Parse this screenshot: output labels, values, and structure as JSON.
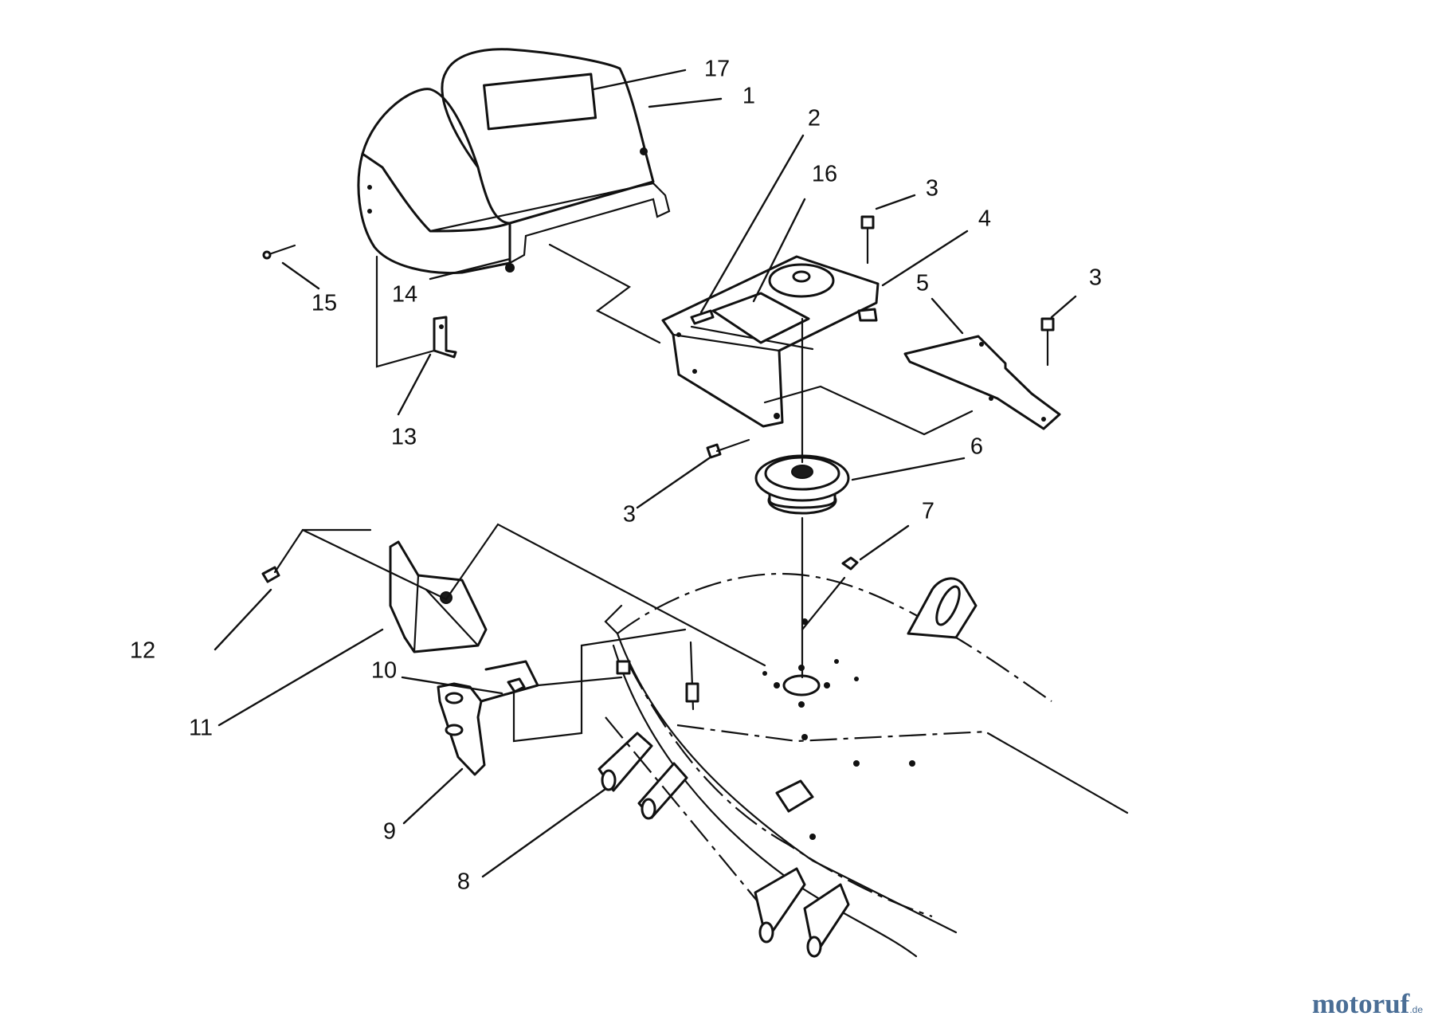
{
  "callouts": {
    "c1": "1",
    "c2": "2",
    "c3a": "3",
    "c3b": "3",
    "c3c": "3",
    "c4": "4",
    "c5": "5",
    "c6": "6",
    "c7": "7",
    "c8": "8",
    "c9": "9",
    "c10": "10",
    "c11": "11",
    "c12": "12",
    "c13": "13",
    "c14": "14",
    "c15": "15",
    "c16": "16",
    "c17": "17"
  },
  "watermark": {
    "part1": "motoruf",
    "part2": "",
    "domain": ".de"
  }
}
